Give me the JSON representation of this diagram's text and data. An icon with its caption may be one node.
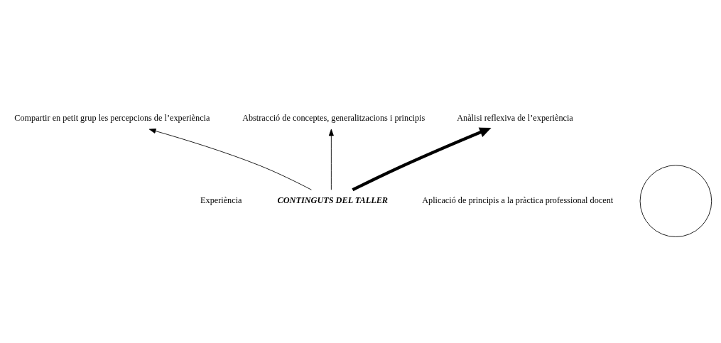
{
  "diagram": {
    "nodes": [
      {
        "text": [
          "Experiència"
        ]
      },
      {
        "text": [
          "Compartir en petit grup les percepcions de l’experiència"
        ]
      },
      {
        "text": [
          "Aplicació de principis a la pràctica professional docent"
        ]
      },
      {
        "text": [
          "Abstracció de conceptes, generalitzacions i principis"
        ]
      },
      {
        "text": [
          "Anàlisi reflexiva de l’experiència"
        ]
      },
      {
        "text": [
          "CONTINGUTS DEL TALLER"
        ]
      },
      {
        "text": [],
        "shape": "circle"
      }
    ],
    "edges": [
      {
        "from": 5,
        "to": 3,
        "arrow": "to"
      },
      {
        "from": 5,
        "to": 4,
        "arrow": "to",
        "style": "thick"
      },
      {
        "from": 5,
        "to": 1,
        "arrow": "to"
      }
    ]
  }
}
